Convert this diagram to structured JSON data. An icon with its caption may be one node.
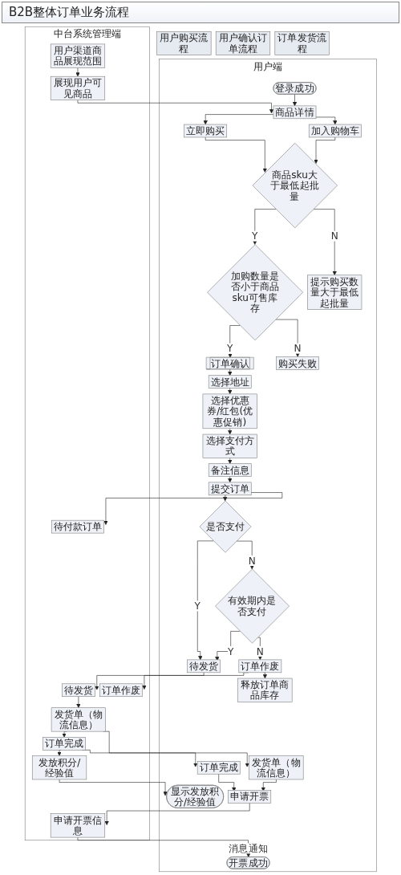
{
  "diagram": {
    "title": "B2B整体订单业务流程",
    "nodes": [
      {
        "text": [
          "用户端"
        ]
      },
      {
        "text": [
          "中台系统管理端"
        ]
      },
      {
        "text": [
          "用户购买流程"
        ]
      },
      {
        "text": [
          "用户确认订单流程"
        ]
      },
      {
        "text": [
          "订单发货流程"
        ]
      },
      {
        "text": [
          "登录成功"
        ],
        "in": 0
      },
      {
        "text": [
          "用户渠道商品展现范围"
        ],
        "in": 1
      },
      {
        "text": [
          "商品详情"
        ],
        "in": 0
      },
      {
        "text": [
          "展现用户可见商品"
        ],
        "in": 1
      },
      {
        "text": [
          "加入购物车"
        ],
        "in": 0
      },
      {
        "text": [
          "立即购买"
        ],
        "in": 0
      },
      {
        "text": [
          "商品sku大于最低起批量"
        ],
        "in": 0
      },
      {
        "text": [
          "提示购买数量大于最低起批量"
        ],
        "in": 0
      },
      {
        "text": [
          "加购数量是否小于商品sku可售库存"
        ],
        "in": 0
      },
      {
        "text": [
          "购买失败"
        ],
        "in": 0
      },
      {
        "text": [
          "订单确认"
        ],
        "in": 0
      },
      {
        "text": [
          "选择地址"
        ],
        "in": 0
      },
      {
        "text": [
          "选择优惠券/红包(优惠促销)"
        ],
        "in": 0
      },
      {
        "text": [
          "选择支付方式"
        ],
        "in": 0
      },
      {
        "text": [
          "释放订单商品库存"
        ],
        "in": 0
      },
      {
        "text": [
          "备注信息"
        ],
        "in": 0
      },
      {
        "text": [
          "提交订单"
        ],
        "in": 0
      },
      {
        "text": [
          "待付款订单"
        ],
        "in": 1
      },
      {
        "text": [
          "订单作废"
        ],
        "in": 0
      },
      {
        "text": [
          "订单作废"
        ],
        "in": 1
      },
      {
        "text": [
          "有效期内是否支付"
        ],
        "in": 0
      },
      {
        "text": [
          "是否支付"
        ],
        "in": 0
      },
      {
        "text": [
          "待发货"
        ],
        "in": 0
      },
      {
        "text": [
          "待发货"
        ],
        "in": 1
      },
      {
        "text": [
          "发货单（物流信息）"
        ],
        "in": 0
      },
      {
        "text": [
          "发货单（物流信息）"
        ],
        "in": 1
      },
      {
        "text": [
          "订单完成"
        ],
        "in": 0
      },
      {
        "text": [
          "订单完成"
        ],
        "in": 1
      },
      {
        "text": [
          "显示发放积分/经验值"
        ],
        "in": 0
      },
      {
        "text": [
          "发放积分/经验值"
        ],
        "in": 1
      },
      {
        "text": [
          "申请开票"
        ],
        "in": 0
      },
      {
        "text": [
          "开票成功"
        ],
        "in": 0
      },
      {
        "text": [
          "申请开票信息"
        ],
        "in": 1
      }
    ],
    "edges": [
      {
        "from": 5,
        "to": 7,
        "arrow": "to"
      },
      {
        "from": 6,
        "to": 8,
        "arrow": "to"
      },
      {
        "from": 8,
        "to": 7,
        "arrow": "to"
      },
      {
        "from": 7,
        "to": 9,
        "arrow": "to"
      },
      {
        "from": 7,
        "to": 10,
        "arrow": "to"
      },
      {
        "from": 9,
        "to": 11,
        "arrow": "to"
      },
      {
        "from": 10,
        "to": 11,
        "arrow": "to"
      },
      {
        "from": 11,
        "to": 12,
        "arrow": "to",
        "label": "N"
      },
      {
        "from": 11,
        "to": 13,
        "arrow": "to",
        "label": "Y"
      },
      {
        "from": 13,
        "to": 14,
        "arrow": "to",
        "label": "N"
      },
      {
        "from": 13,
        "to": 15,
        "arrow": "to",
        "label": "Y"
      },
      {
        "from": 15,
        "to": 16,
        "arrow": "to"
      },
      {
        "from": 16,
        "to": 17,
        "arrow": "to"
      },
      {
        "from": 17,
        "to": 18,
        "arrow": "to"
      },
      {
        "from": 18,
        "to": 20,
        "arrow": "to"
      },
      {
        "from": 20,
        "to": 21,
        "arrow": "to"
      },
      {
        "from": 21,
        "to": 22,
        "arrow": "to"
      },
      {
        "from": 21,
        "to": 26,
        "arrow": "to"
      },
      {
        "from": 23,
        "to": 19,
        "arrow": "to"
      },
      {
        "from": 23,
        "to": 24,
        "arrow": "to"
      },
      {
        "from": 26,
        "to": 25,
        "arrow": "to",
        "label": "N"
      },
      {
        "from": 26,
        "to": 27,
        "arrow": "to",
        "label": "Y"
      },
      {
        "from": 25,
        "to": 23,
        "arrow": "to",
        "label": "N"
      },
      {
        "from": 25,
        "to": 27,
        "arrow": "to",
        "label": "Y"
      },
      {
        "from": 27,
        "to": 28,
        "arrow": "to"
      },
      {
        "from": 28,
        "to": 30,
        "arrow": "to"
      },
      {
        "from": 30,
        "to": 29,
        "arrow": "to"
      },
      {
        "from": 30,
        "to": 32,
        "arrow": "to"
      },
      {
        "from": 32,
        "to": 31,
        "arrow": "to"
      },
      {
        "from": 32,
        "to": 34,
        "arrow": "to"
      },
      {
        "from": 34,
        "to": 33,
        "arrow": "to"
      },
      {
        "from": 29,
        "to": 35,
        "arrow": "to"
      },
      {
        "from": 31,
        "to": 35,
        "arrow": "to"
      },
      {
        "from": 35,
        "to": 37,
        "arrow": "to"
      },
      {
        "from": 37,
        "to": 36,
        "arrow": "to",
        "label": "消息通知"
      }
    ]
  }
}
